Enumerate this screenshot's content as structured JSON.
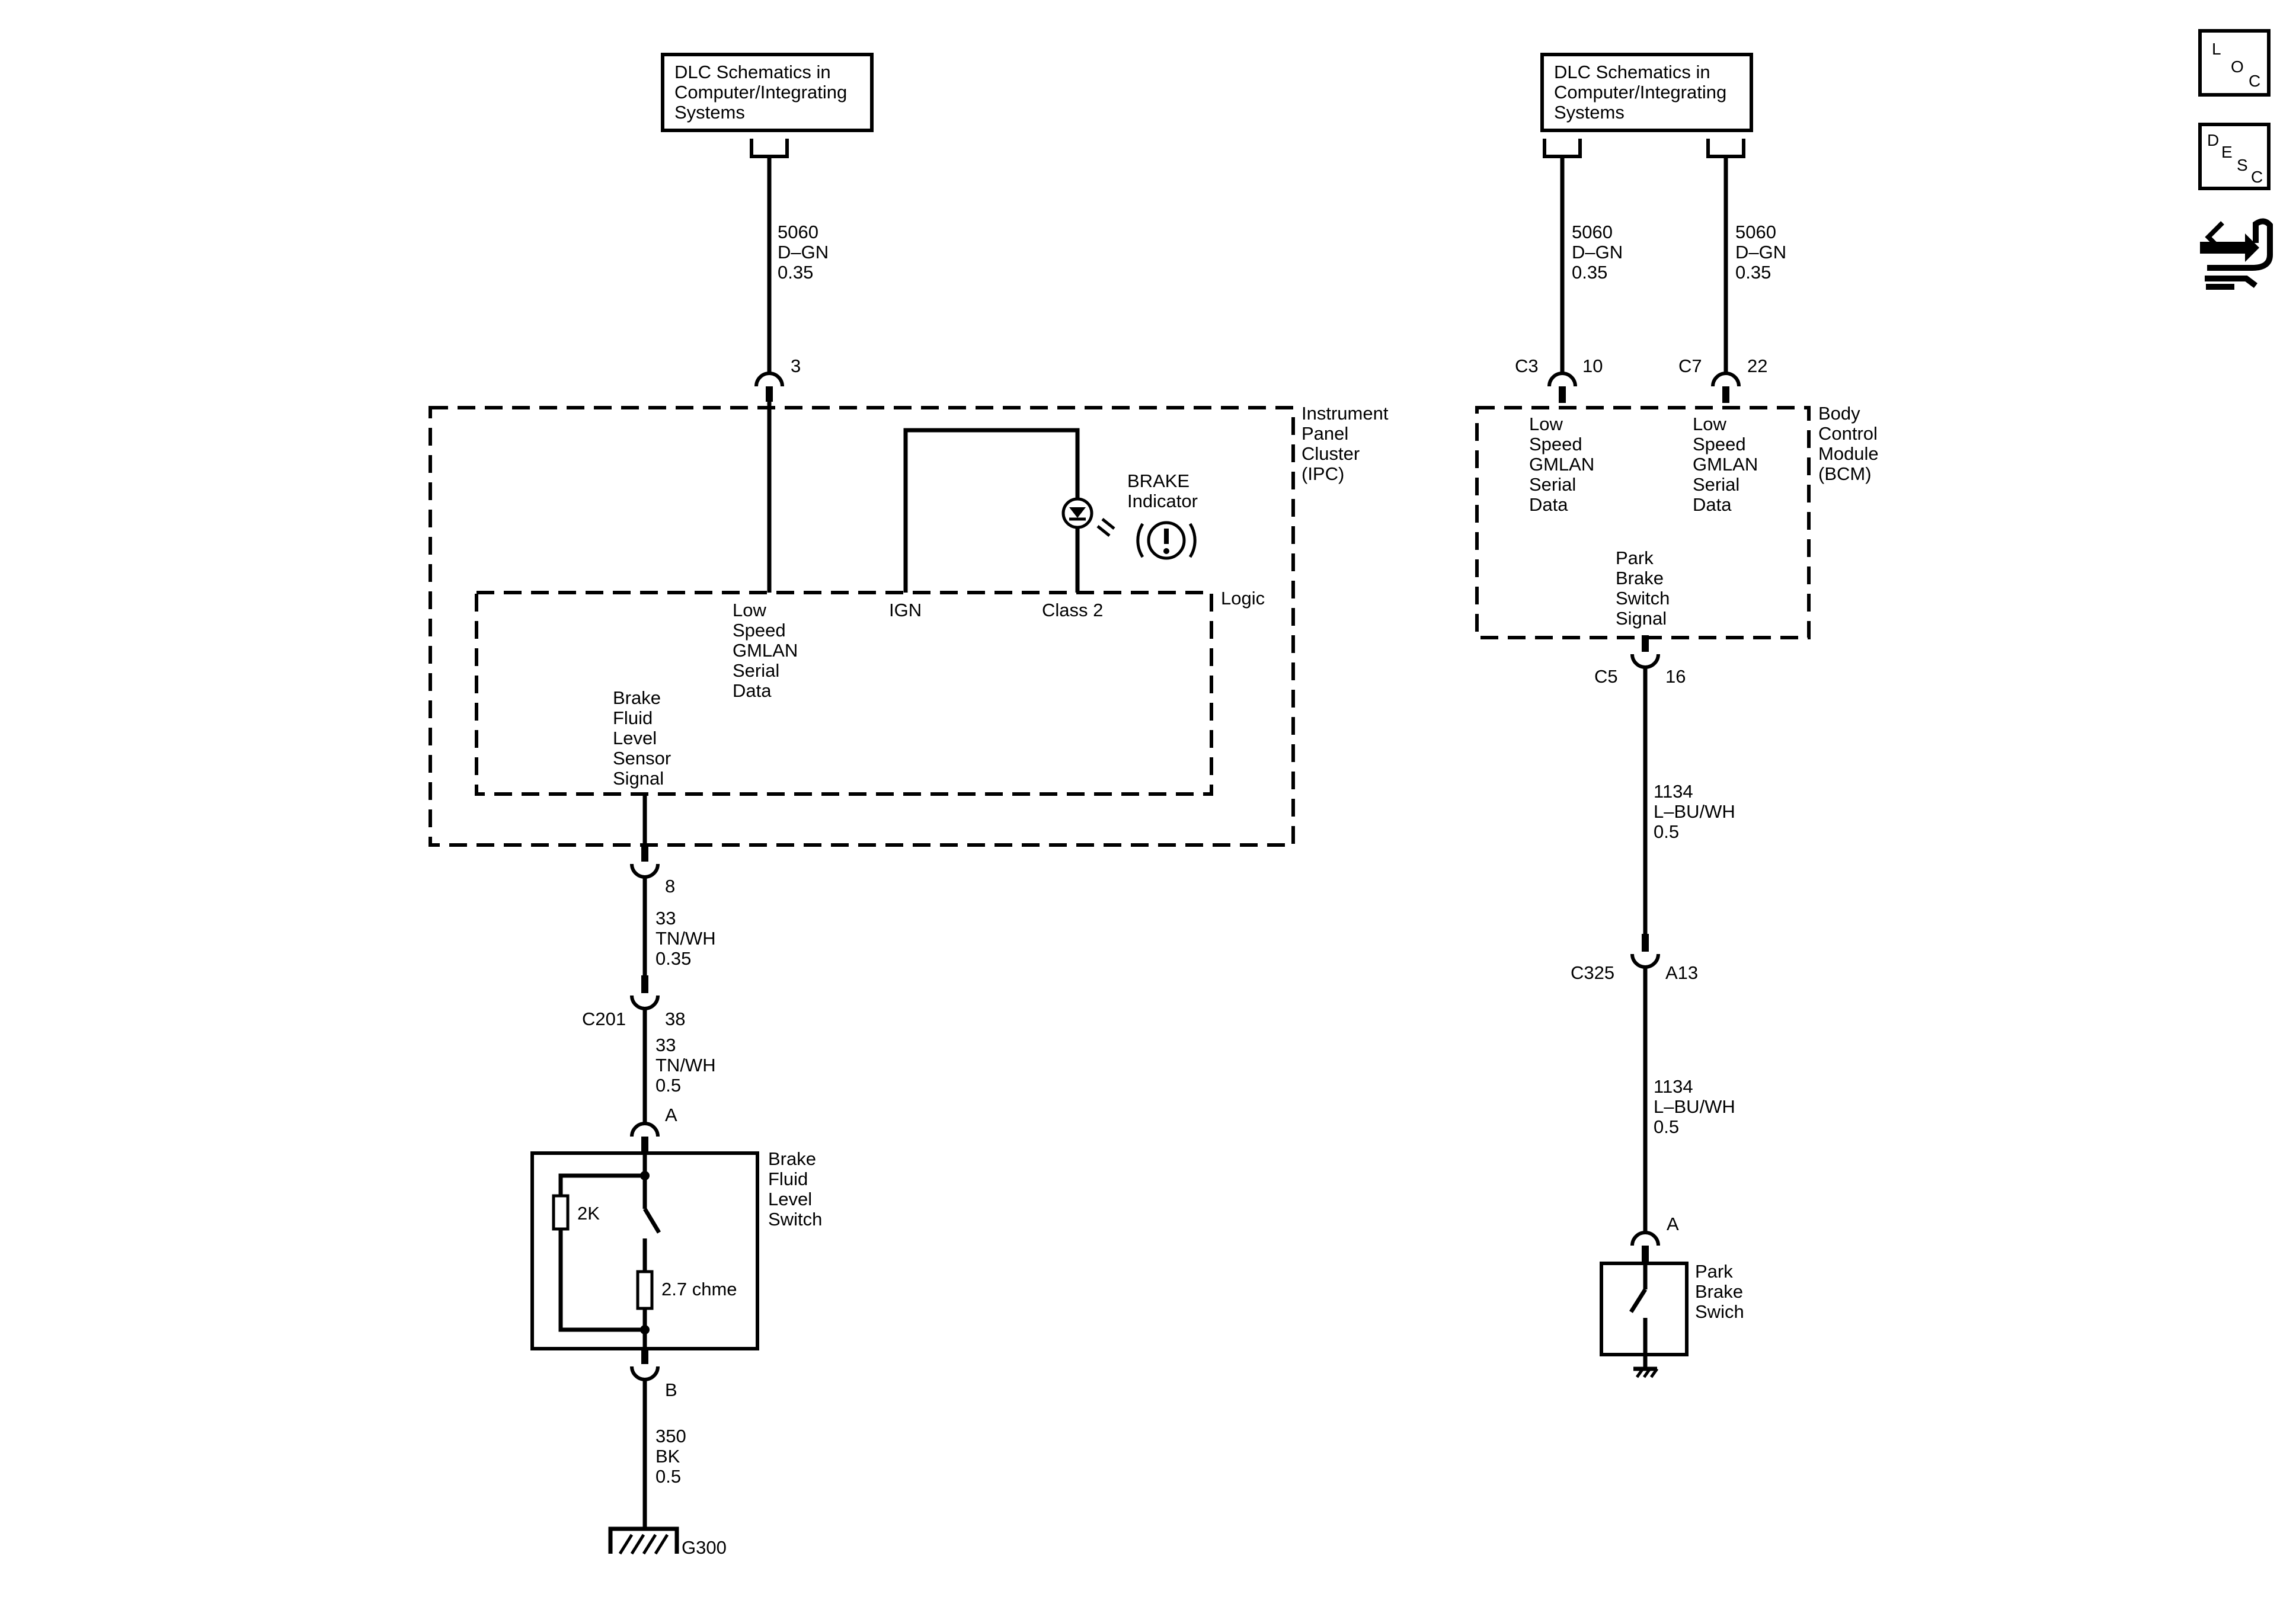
{
  "dlc_left": {
    "lines": [
      "DLC Schematics in",
      "Computer/Integrating",
      "Systems"
    ]
  },
  "dlc_right": {
    "lines": [
      "DLC Schematics in",
      "Computer/Integrating",
      "Systems"
    ]
  },
  "wires": {
    "w5060_left": {
      "circuit": "5060",
      "color": "D–GN",
      "size": "0.35"
    },
    "w5060_bcm_c3": {
      "circuit": "5060",
      "color": "D–GN",
      "size": "0.35"
    },
    "w5060_bcm_c7": {
      "circuit": "5060",
      "color": "D–GN",
      "size": "0.35"
    },
    "w33_upper": {
      "circuit": "33",
      "color": "TN/WH",
      "size": "0.35"
    },
    "w33_lower": {
      "circuit": "33",
      "color": "TN/WH",
      "size": "0.5"
    },
    "w350": {
      "circuit": "350",
      "color": "BK",
      "size": "0.5"
    },
    "w1134_upper": {
      "circuit": "1134",
      "color": "L–BU/WH",
      "size": "0.5"
    },
    "w1134_lower": {
      "circuit": "1134",
      "color": "L–BU/WH",
      "size": "0.5"
    }
  },
  "pins": {
    "ipc_pin3": "3",
    "ipc_pin8": "8",
    "c201": "C201",
    "c201_pin": "38",
    "sw_a": "A",
    "sw_b": "B",
    "bcm_c3": "C3",
    "bcm_c3_pin": "10",
    "bcm_c7": "C7",
    "bcm_c7_pin": "22",
    "bcm_c5": "C5",
    "bcm_c5_pin": "16",
    "c325": "C325",
    "c325_pin": "A13",
    "park_a": "A"
  },
  "ipc": {
    "name_lines": [
      "Instrument",
      "Panel",
      "Cluster",
      "(IPC)"
    ],
    "logic_label": "Logic",
    "lsgmlan_lines": [
      "Low",
      "Speed",
      "GMLAN",
      "Serial",
      "Data"
    ],
    "ign_label": "IGN",
    "class2_label": "Class 2",
    "brake_indicator_lines": [
      "BRAKE",
      "Indicator"
    ],
    "bfl_sensor_lines": [
      "Brake",
      "Fluid",
      "Level",
      "Sensor",
      "Signal"
    ]
  },
  "bcm": {
    "name_lines": [
      "Body",
      "Control",
      "Module",
      "(BCM)"
    ],
    "lsgmlan_a_lines": [
      "Low",
      "Speed",
      "GMLAN",
      "Serial",
      "Data"
    ],
    "lsgmlan_b_lines": [
      "Low",
      "Speed",
      "GMLAN",
      "Serial",
      "Data"
    ],
    "park_signal_lines": [
      "Park",
      "Brake",
      "Switch",
      "Signal"
    ]
  },
  "brake_fluid_switch": {
    "name_lines": [
      "Brake",
      "Fluid",
      "Level",
      "Switch"
    ],
    "r1_label": "2K",
    "r2_label": "2.7 chme"
  },
  "park_brake_switch": {
    "name_lines": [
      "Park",
      "Brake",
      "Swich"
    ]
  },
  "ground": {
    "label": "G300"
  },
  "side_icons": {
    "loc": {
      "letters": [
        "L",
        "O",
        "C"
      ],
      "icon": "loc-icon"
    },
    "desc": {
      "letters": [
        "D",
        "E",
        "S",
        "C"
      ],
      "icon": "desc-icon"
    },
    "nav": {
      "icon": "hand-pointer-arrows-icon"
    }
  }
}
